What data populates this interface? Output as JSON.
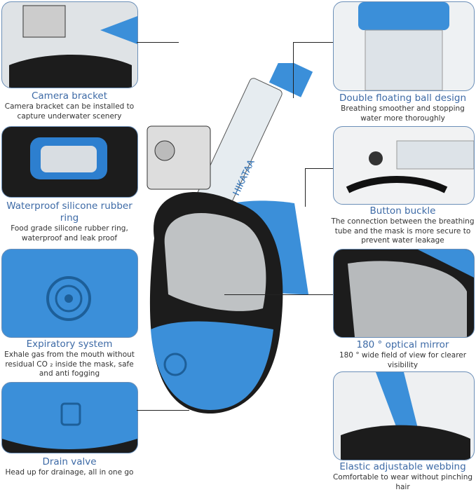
{
  "brand": "HIKATAA",
  "features": {
    "left": [
      {
        "title": "Camera bracket",
        "desc": "Camera bracket can be installed to capture underwater scenery"
      },
      {
        "title": "Waterproof silicone rubber ring",
        "desc": "Food grade silicone rubber ring, waterproof and leak proof"
      },
      {
        "title": "Expiratory system",
        "desc": "Exhale gas from the mouth without residual CO ₂ inside the mask, safe and anti fogging"
      },
      {
        "title": "Drain valve",
        "desc": "Head up for drainage, all in one go"
      }
    ],
    "right": [
      {
        "title": "Double floating ball design",
        "desc": "Breathing smoother and stopping water more thoroughly"
      },
      {
        "title": "Button buckle",
        "desc": "The connection between the breathing tube and the mask is more secure to prevent water leakage"
      },
      {
        "title": "180 ° optical mirror",
        "desc": "180 ° wide field of view for clearer visibility"
      },
      {
        "title": "Elastic adjustable webbing",
        "desc": "Comfortable to wear without pinching hair"
      }
    ]
  },
  "colors": {
    "accent": "#3b8fd9",
    "title": "#3d6aa6",
    "mask": "#1c1c1c"
  }
}
